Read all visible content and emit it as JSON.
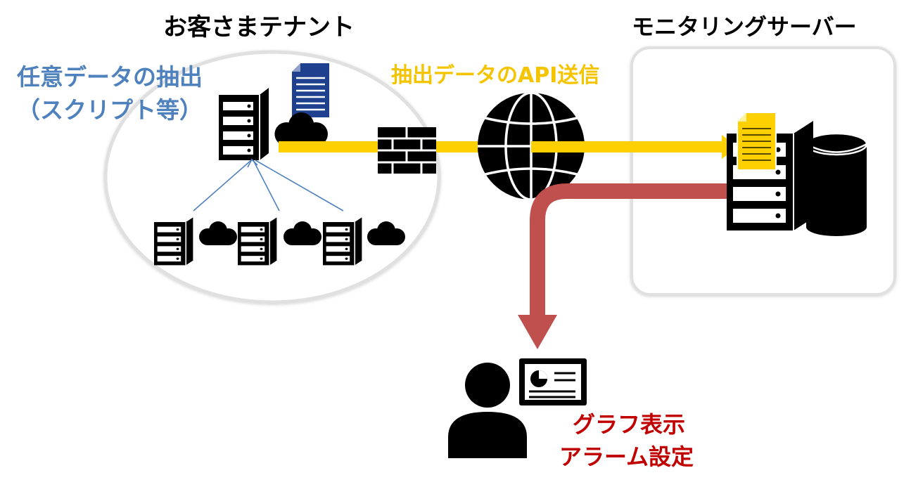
{
  "labels": {
    "tenant_title": "お客さまテナント",
    "server_title": "モニタリングサーバー",
    "extract_line1": "任意データの抽出",
    "extract_line2": "（スクリプト等）",
    "send_label": "抽出データのAPI送信",
    "graph_line1": "グラフ表示",
    "graph_line2": "アラーム設定"
  },
  "colors": {
    "black": "#000000",
    "blue_text": "#4f81bd",
    "send_arrow": "#ffd000",
    "send_text": "#f5c400",
    "return_arrow": "#c0504d",
    "red_text": "#c00000",
    "doc_blue": "#1f3f8f",
    "doc_yellow": "#ffd000",
    "connector": "#4f81bd",
    "outline": "#e0e0e0"
  },
  "icons": {
    "tenant_main_server": "server-icon",
    "tenant_document": "document-icon",
    "tenant_clouds": "cloud-icon",
    "firewall": "firewall-icon",
    "internet": "globe-icon",
    "monitoring_server": "server-icon",
    "monitoring_document": "document-icon",
    "database": "database-icon",
    "user": "user-icon",
    "dashboard": "dashboard-icon"
  }
}
